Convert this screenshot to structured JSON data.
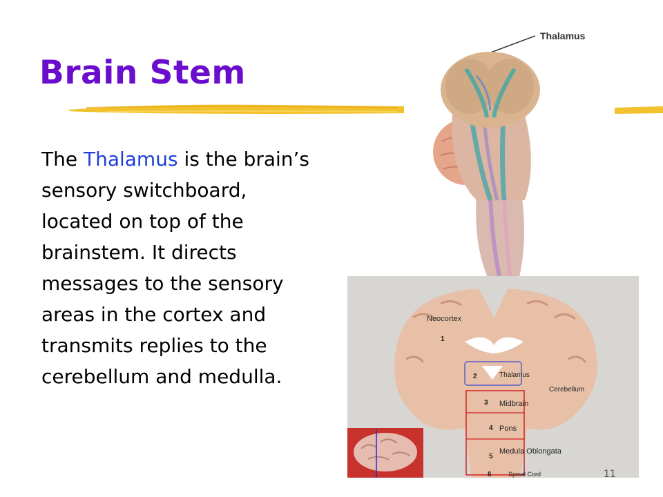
{
  "slide": {
    "title": "Brain Stem",
    "body": {
      "part1": "The ",
      "highlight": "Thalamus",
      "part2": " is the brain’s sensory switchboard, located on top of the brainstem. It directs messages to the sensory areas in the cortex and transmits replies to the cerebellum and medulla."
    },
    "page_number": "11"
  },
  "colors": {
    "title": "#6a0dcc",
    "highlight": "#1f3fd6",
    "underline": "#f2c12e"
  },
  "top_figure": {
    "label": "Thalamus"
  },
  "bottom_figure": {
    "labels": {
      "neocortex": "Neocortex",
      "thalamus": "Thalamus",
      "cerebellum": "Cerebellum",
      "midbrain": "Midbrain",
      "pons": "Pons",
      "medulla": "Medula Oblongata",
      "spinal_cord": "Spinal Cord"
    },
    "numbers": [
      "1",
      "2",
      "3",
      "4",
      "5",
      "6"
    ]
  }
}
